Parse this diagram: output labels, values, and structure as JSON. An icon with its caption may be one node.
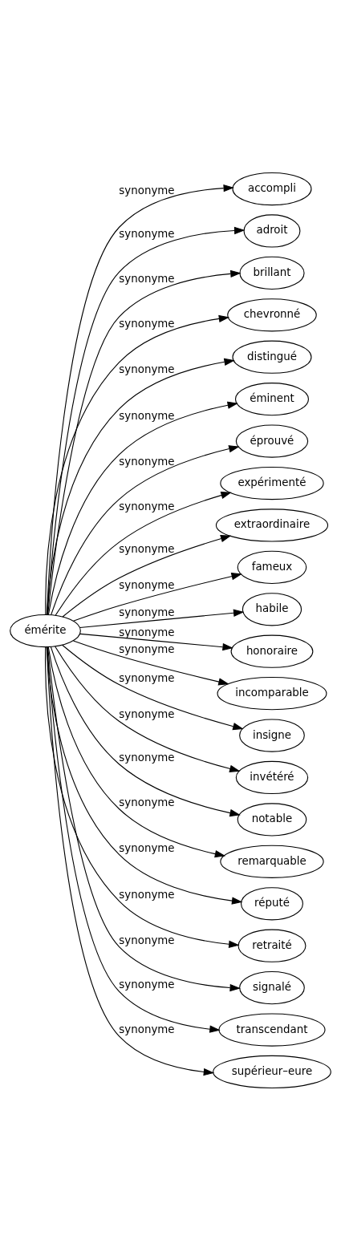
{
  "diagram": {
    "nodes": [
      {
        "text": [
          "émérite"
        ]
      },
      {
        "text": [
          "accompli"
        ]
      },
      {
        "text": [
          "adroit"
        ]
      },
      {
        "text": [
          "brillant"
        ]
      },
      {
        "text": [
          "chevronné"
        ]
      },
      {
        "text": [
          "distingué"
        ]
      },
      {
        "text": [
          "éminent"
        ]
      },
      {
        "text": [
          "éprouvé"
        ]
      },
      {
        "text": [
          "expérimenté"
        ]
      },
      {
        "text": [
          "extraordinaire"
        ]
      },
      {
        "text": [
          "fameux"
        ]
      },
      {
        "text": [
          "habile"
        ]
      },
      {
        "text": [
          "honoraire"
        ]
      },
      {
        "text": [
          "incomparable"
        ]
      },
      {
        "text": [
          "insigne"
        ]
      },
      {
        "text": [
          "invétéré"
        ]
      },
      {
        "text": [
          "notable"
        ]
      },
      {
        "text": [
          "remarquable"
        ]
      },
      {
        "text": [
          "réputé"
        ]
      },
      {
        "text": [
          "retraité"
        ]
      },
      {
        "text": [
          "signalé"
        ]
      },
      {
        "text": [
          "transcendant"
        ]
      },
      {
        "text": [
          "supérieur–eure"
        ]
      }
    ],
    "edges": [
      {
        "from": 0,
        "to": 1,
        "arrow": "to",
        "label": "synonyme"
      },
      {
        "from": 0,
        "to": 2,
        "arrow": "to",
        "label": "synonyme"
      },
      {
        "from": 0,
        "to": 3,
        "arrow": "to",
        "label": "synonyme"
      },
      {
        "from": 0,
        "to": 4,
        "arrow": "to",
        "label": "synonyme"
      },
      {
        "from": 0,
        "to": 5,
        "arrow": "to",
        "label": "synonyme"
      },
      {
        "from": 0,
        "to": 6,
        "arrow": "to",
        "label": "synonyme"
      },
      {
        "from": 0,
        "to": 7,
        "arrow": "to",
        "label": "synonyme"
      },
      {
        "from": 0,
        "to": 8,
        "arrow": "to",
        "label": "synonyme"
      },
      {
        "from": 0,
        "to": 9,
        "arrow": "to",
        "label": "synonyme"
      },
      {
        "from": 0,
        "to": 10,
        "arrow": "to",
        "label": "synonyme"
      },
      {
        "from": 0,
        "to": 11,
        "arrow": "to",
        "label": "synonyme"
      },
      {
        "from": 0,
        "to": 12,
        "arrow": "to",
        "label": "synonyme"
      },
      {
        "from": 0,
        "to": 13,
        "arrow": "to",
        "label": "synonyme"
      },
      {
        "from": 0,
        "to": 14,
        "arrow": "to",
        "label": "synonyme"
      },
      {
        "from": 0,
        "to": 15,
        "arrow": "to",
        "label": "synonyme"
      },
      {
        "from": 0,
        "to": 16,
        "arrow": "to",
        "label": "synonyme"
      },
      {
        "from": 0,
        "to": 17,
        "arrow": "to",
        "label": "synonyme"
      },
      {
        "from": 0,
        "to": 18,
        "arrow": "to",
        "label": "synonyme"
      },
      {
        "from": 0,
        "to": 19,
        "arrow": "to",
        "label": "synonyme"
      },
      {
        "from": 0,
        "to": 20,
        "arrow": "to",
        "label": "synonyme"
      },
      {
        "from": 0,
        "to": 21,
        "arrow": "to",
        "label": "synonyme"
      },
      {
        "from": 0,
        "to": 22,
        "arrow": "to",
        "label": "synonyme"
      }
    ]
  }
}
